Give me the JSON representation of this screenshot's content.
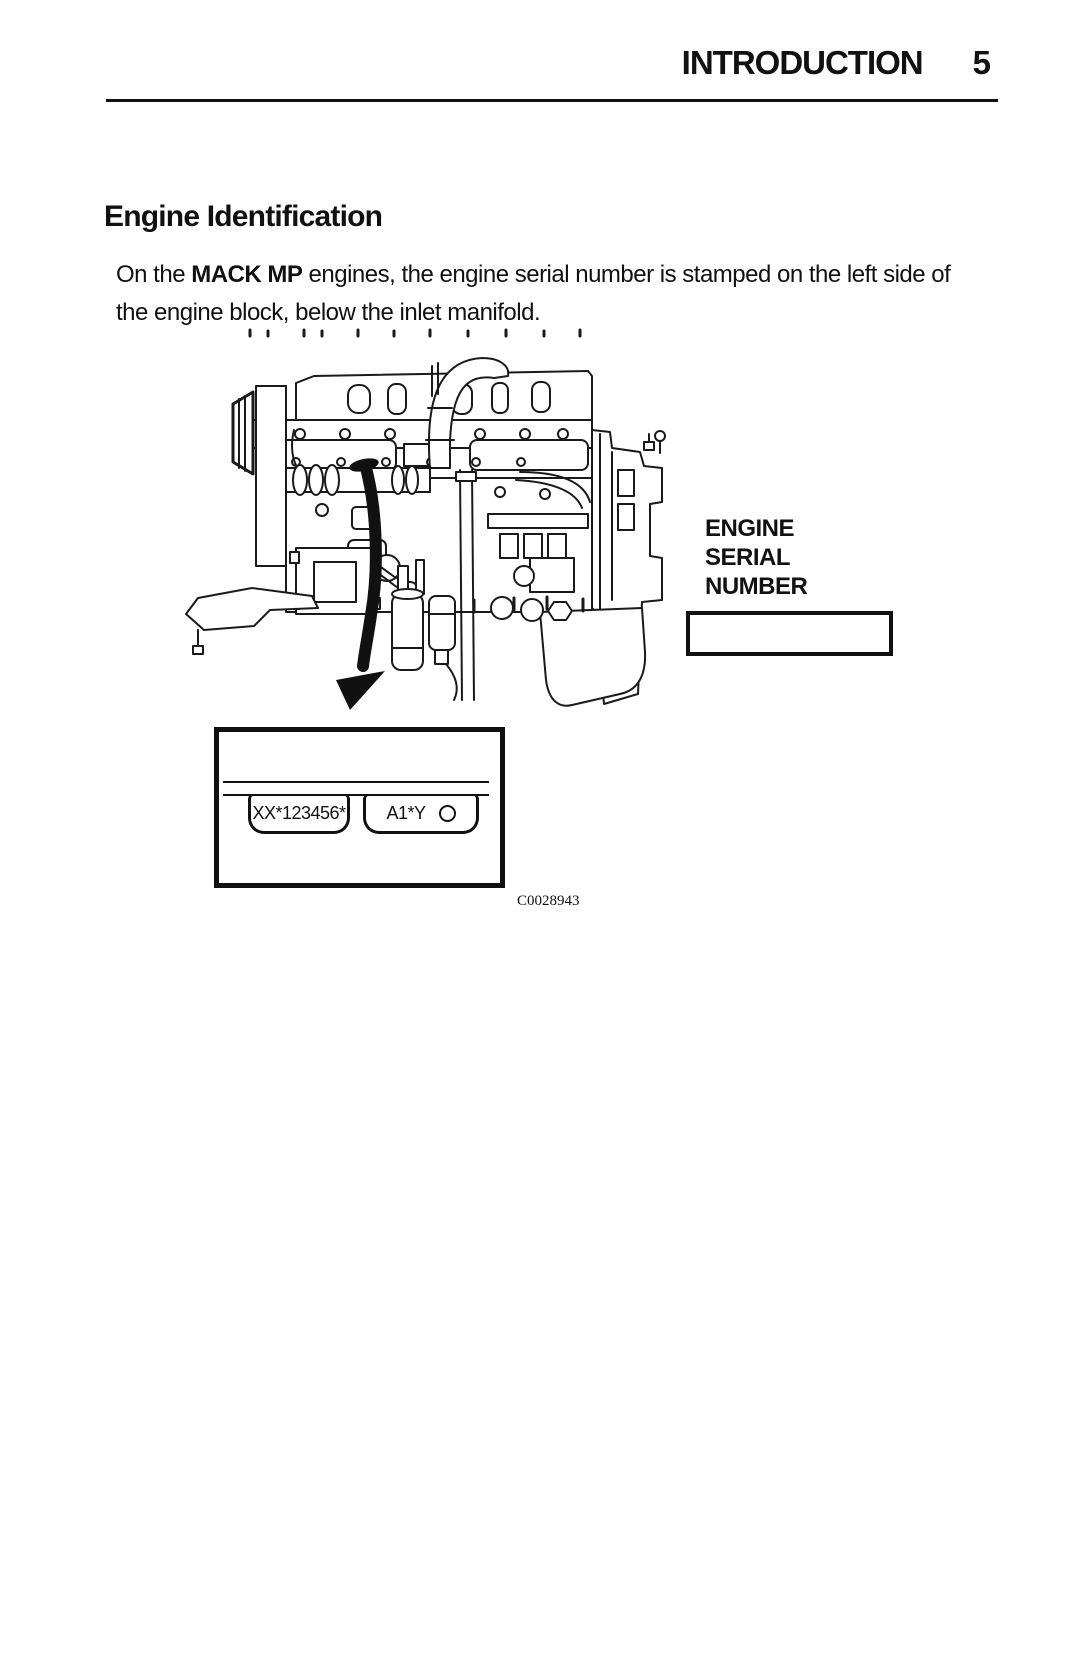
{
  "header": {
    "title": "INTRODUCTION",
    "page_number": "5"
  },
  "section": {
    "heading": "Engine Identification",
    "paragraph": {
      "lead": "On the ",
      "bold": "MACK MP",
      "line1_rest": " engines, the engine serial number is stamped on the left side of",
      "line2": "the engine block, below the inlet manifold."
    }
  },
  "figure": {
    "serial_label": {
      "line1": "ENGINE",
      "line2": "SERIAL",
      "line3": "NUMBER"
    },
    "plate": {
      "serial_stamp": "XX*123456*",
      "code_stamp": "A1*Y"
    },
    "caption": "C0028943",
    "ink_color": "#111111",
    "paper_color": "#ffffff"
  }
}
